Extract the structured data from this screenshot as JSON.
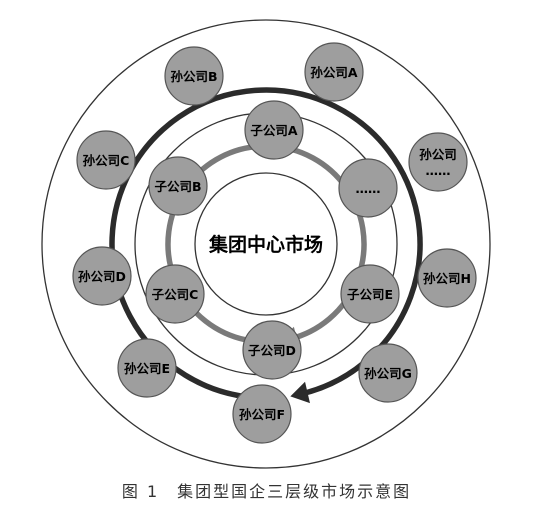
{
  "center": {
    "label": "集团中心市场"
  },
  "subsidiaries": [
    {
      "label": "子公司A"
    },
    {
      "label": "……"
    },
    {
      "label": "子公司E"
    },
    {
      "label": "子公司D"
    },
    {
      "label": "子公司C"
    },
    {
      "label": "子公司B"
    }
  ],
  "grandchildren": [
    {
      "label": "孙公司A"
    },
    {
      "label": "孙公司……"
    },
    {
      "label": "孙公司H"
    },
    {
      "label": "孙公司G"
    },
    {
      "label": "孙公司F"
    },
    {
      "label": "孙公司E"
    },
    {
      "label": "孙公司D"
    },
    {
      "label": "孙公司C"
    },
    {
      "label": "孙公司B"
    }
  ],
  "caption": "图 1　集团型国企三层级市场示意图",
  "colors": {
    "node_fill": "#9e9e9e",
    "inner_arrow": "#7a7a7a",
    "outer_arrow": "#2b2b2b",
    "ring": "#333333"
  }
}
